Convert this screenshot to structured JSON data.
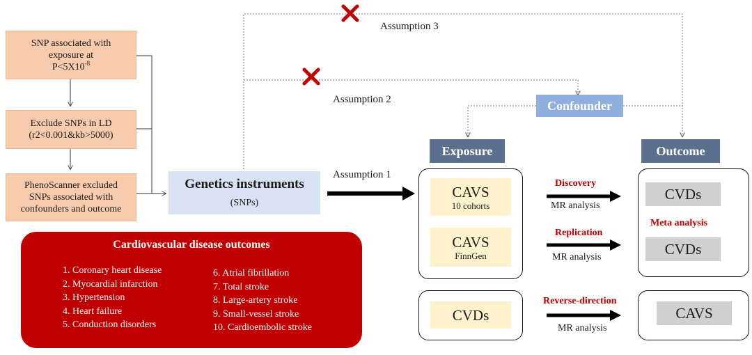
{
  "selection_steps": [
    {
      "line1": "SNP associated with",
      "line2": "exposure at",
      "line3_pre": "P<5X10",
      "line3_sup": "-8"
    },
    {
      "line1": "Exclude SNPs in LD",
      "line2": "(r2<0.001&kb>5000)"
    },
    {
      "line1": "PhenoScanner excluded",
      "line2": "SNPs associated with",
      "line3": "confounders and outcome"
    }
  ],
  "genetics": {
    "title": "Genetics instruments",
    "subtitle": "(SNPs)"
  },
  "assumptions": {
    "a1": "Assumption  1",
    "a2": "Assumption  2",
    "a3": "Assumption  3"
  },
  "confounder": "Confounder",
  "exposure_header": "Exposure",
  "outcome_header": "Outcome",
  "exposure_items": [
    {
      "main": "CAVS",
      "sub": "10 cohorts"
    },
    {
      "main": "CAVS",
      "sub": "FinnGen"
    }
  ],
  "outcome_items": [
    "CVDs",
    "CVDs"
  ],
  "meta_analysis": "Meta analysis",
  "analyses": [
    {
      "label": "Discovery",
      "method": "MR analysis"
    },
    {
      "label": "Replication",
      "method": "MR analysis"
    },
    {
      "label": "Reverse-direction",
      "method": "MR analysis"
    }
  ],
  "reverse": {
    "exposure": "CVDs",
    "outcome": "CAVS"
  },
  "cvd_outcomes": {
    "title": "Cardiovascular  disease outcomes",
    "col1": [
      "1. Coronary heart disease",
      "2. Myocardial infarction",
      "3. Hypertension",
      "4. Heart failure",
      "5. Conduction disorders"
    ],
    "col2": [
      "6. Atrial  fibrillation",
      "7. Total stroke",
      "8. Large-artery stroke",
      "9. Small-vessel stroke",
      "10. Cardioembolic stroke"
    ]
  },
  "colors": {
    "peach": "#f8cbad",
    "light_blue": "#dae3f3",
    "header_dark": "#5b6f8e",
    "header_light": "#8fb0dc",
    "cream": "#fff2cc",
    "grey": "#d0d0d0",
    "red": "#c00000"
  }
}
